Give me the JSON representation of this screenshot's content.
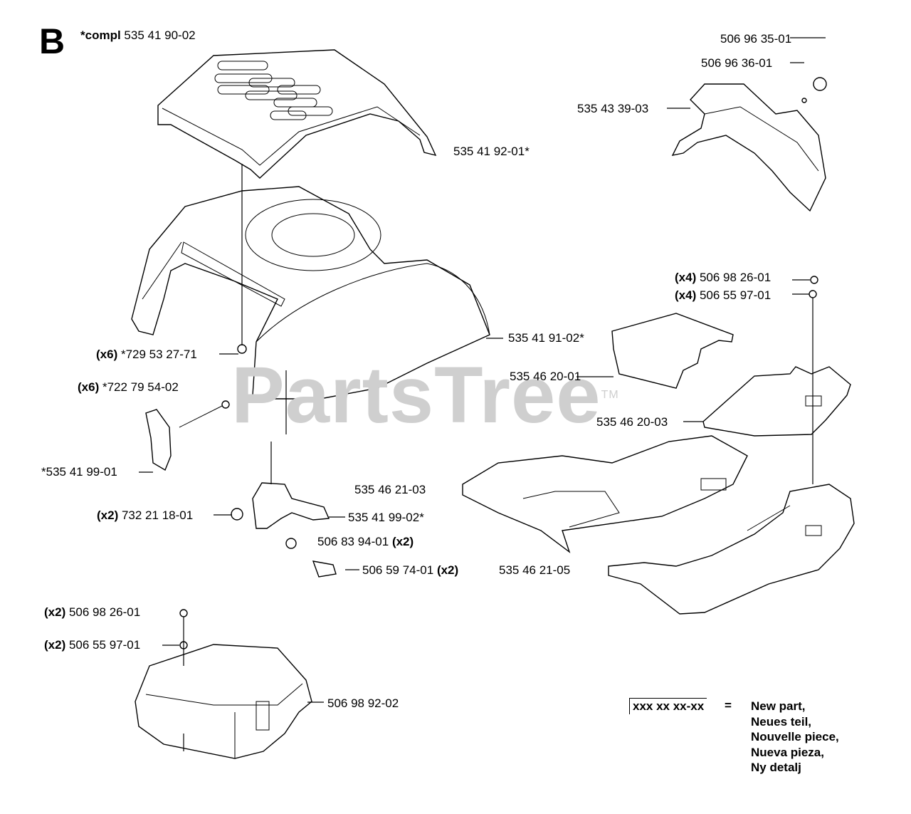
{
  "section_letter": "B",
  "watermark": {
    "text": "PartsTree",
    "trademark": "TM"
  },
  "labels": {
    "compl_prefix": "*compl",
    "compl_number": "535 41 90-02",
    "p_506_96_35": "506 96 35-01",
    "p_506_96_36": "506 96 36-01",
    "p_535_43_39": "535 43 39-03",
    "p_535_41_92": "535 41 92-01*",
    "p_535_41_91": "535 41 91-02*",
    "p_729_qty": "(x6)",
    "p_729": "*729 53 27-71",
    "p_722_qty": "(x6)",
    "p_722": "*722 79 54-02",
    "p_535_41_99_01": "*535 41 99-01",
    "p_535_46_21_03": "535 46 21-03",
    "p_732_qty": "(x2)",
    "p_732": "732 21 18-01",
    "p_535_41_99_02": "535 41 99-02*",
    "p_506_83_94": "506 83 94-01",
    "p_506_83_94_qty": "(x2)",
    "p_506_59_74": "506 59 74-01",
    "p_506_59_74_qty": "(x2)",
    "p_535_46_21_05": "535 46 21-05",
    "p_506_98_26_a_qty": "(x4)",
    "p_506_98_26_a": "506 98 26-01",
    "p_506_55_97_a_qty": "(x4)",
    "p_506_55_97_a": "506 55 97-01",
    "p_535_46_20_01": "535 46 20-01",
    "p_535_46_20_03": "535 46 20-03",
    "p_506_98_26_b_qty": "(x2)",
    "p_506_98_26_b": "506 98 26-01",
    "p_506_55_97_b_qty": "(x2)",
    "p_506_55_97_b": "506 55 97-01",
    "p_506_98_92": "506 98 92-02"
  },
  "legend": {
    "code": "xxx xx xx-xx",
    "equals": "=",
    "lines": [
      "New part,",
      "Neues teil,",
      "Nouvelle piece,",
      "Nueva pieza,",
      "Ny detalj"
    ]
  }
}
